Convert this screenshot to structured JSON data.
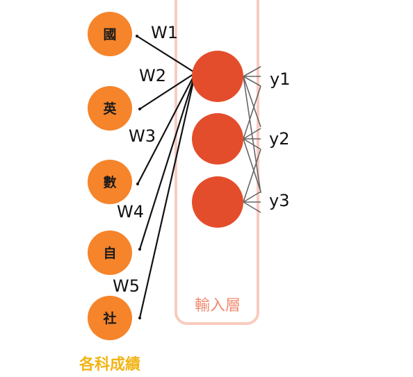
{
  "colors": {
    "subject_node": "#f5842b",
    "layer_node": "#e44d2b",
    "layer_box": "#f9cbc0",
    "layer_label": "#f08a70",
    "group_label": "#f2b416",
    "line": "#111111",
    "fan_line": "#666666"
  },
  "subjects": [
    {
      "label": "國"
    },
    {
      "label": "英"
    },
    {
      "label": "數"
    },
    {
      "label": "自"
    },
    {
      "label": "社"
    }
  ],
  "weights": [
    {
      "label": "W1"
    },
    {
      "label": "W2"
    },
    {
      "label": "W3"
    },
    {
      "label": "W4"
    },
    {
      "label": "W5"
    }
  ],
  "layer_nodes": 3,
  "outputs": [
    {
      "label": "y1"
    },
    {
      "label": "y2"
    },
    {
      "label": "y3"
    }
  ],
  "layer_label": "輸入層",
  "group_label": "各科成績"
}
